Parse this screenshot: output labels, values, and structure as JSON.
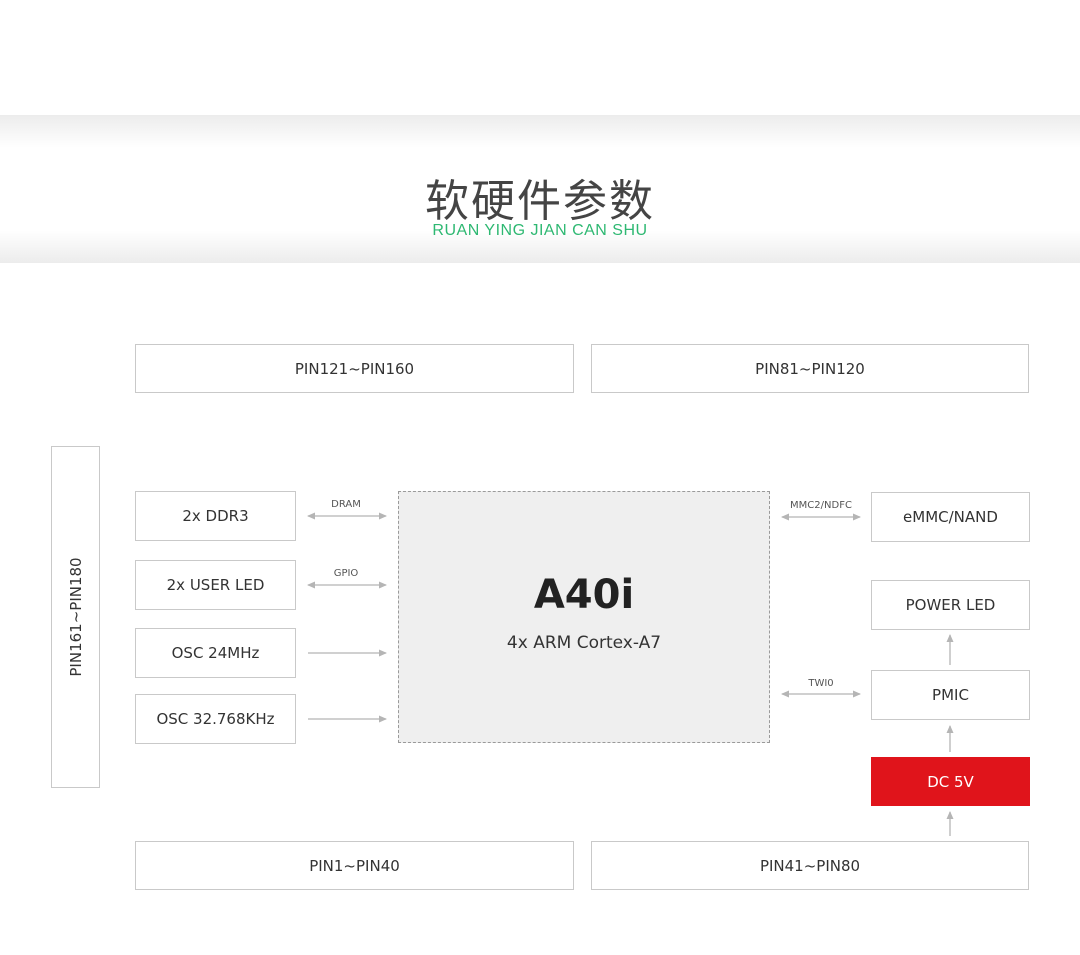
{
  "header": {
    "title_zh": "软硬件参数",
    "title_en": "RUAN YING JIAN CAN SHU",
    "accent_color": "#2eb872"
  },
  "pins": {
    "top_left": "PIN121~PIN160",
    "top_right": "PIN81~PIN120",
    "left": "PIN161~PIN180",
    "bottom_left": "PIN1~PIN40",
    "bottom_right": "PIN41~PIN80"
  },
  "left_blocks": {
    "ddr": "2x DDR3",
    "user_led": "2x USER LED",
    "osc_24": "OSC 24MHz",
    "osc_32": "OSC 32.768KHz"
  },
  "cpu": {
    "name": "A40i",
    "core": "4x ARM Cortex-A7"
  },
  "right_blocks": {
    "emmc": "eMMC/NAND",
    "power_led": "POWER LED",
    "pmic": "PMIC",
    "dc": "DC 5V",
    "dc_color": "#e0141b"
  },
  "buses": {
    "dram": "DRAM",
    "gpio": "GPIO",
    "mmc": "MMC2/NDFC",
    "twi": "TWI0"
  }
}
